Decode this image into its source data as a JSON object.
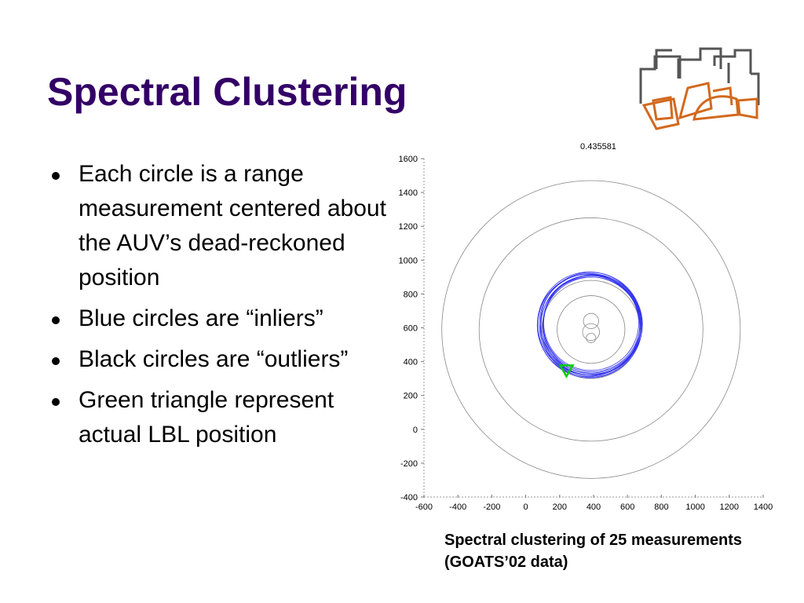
{
  "slide": {
    "title": "Spectral Clustering",
    "title_color": "#330066",
    "bullets": [
      "Each circle is a range measurement centered about the AUV’s dead-reckoned position",
      "Blue circles are “inliers”",
      "Black circles are “outliers”",
      "Green triangle represent actual LBL position"
    ],
    "caption": "Spectral clustering of 25 measurements (GOATS’02 data)",
    "logo_icon": "city-skyline-logo-icon"
  },
  "chart_data": {
    "type": "scatter",
    "title": "0.435581",
    "xlim": [
      -600,
      1400
    ],
    "ylim": [
      -400,
      1600
    ],
    "xticks": [
      -600,
      -400,
      -200,
      0,
      200,
      400,
      600,
      800,
      1000,
      1200,
      1400
    ],
    "yticks": [
      1600,
      1400,
      1200,
      1000,
      800,
      600,
      400,
      200,
      0,
      -200,
      -400
    ],
    "grid": false,
    "colors": {
      "inlier": "#3333ee",
      "outlier": "#888888",
      "lbl": "#00cc00"
    },
    "outlier_circles": [
      {
        "cx": 385,
        "cy": 590,
        "r": 880
      },
      {
        "cx": 385,
        "cy": 590,
        "r": 660
      },
      {
        "cx": 385,
        "cy": 590,
        "r": 290
      },
      {
        "cx": 385,
        "cy": 590,
        "r": 200
      },
      {
        "cx": 385,
        "cy": 640,
        "r": 45
      },
      {
        "cx": 385,
        "cy": 575,
        "r": 50
      },
      {
        "cx": 385,
        "cy": 540,
        "r": 28
      }
    ],
    "inlier_circles": [
      {
        "cx": 380,
        "cy": 620,
        "r": 300
      },
      {
        "cx": 385,
        "cy": 615,
        "r": 295
      },
      {
        "cx": 375,
        "cy": 625,
        "r": 305
      },
      {
        "cx": 390,
        "cy": 610,
        "r": 290
      },
      {
        "cx": 385,
        "cy": 630,
        "r": 298
      },
      {
        "cx": 370,
        "cy": 615,
        "r": 302
      },
      {
        "cx": 395,
        "cy": 620,
        "r": 293
      },
      {
        "cx": 382,
        "cy": 605,
        "r": 296
      },
      {
        "cx": 388,
        "cy": 625,
        "r": 286
      },
      {
        "cx": 378,
        "cy": 612,
        "r": 308
      },
      {
        "cx": 386,
        "cy": 628,
        "r": 280
      }
    ],
    "lbl_position": {
      "x": 240,
      "y": 350
    }
  }
}
